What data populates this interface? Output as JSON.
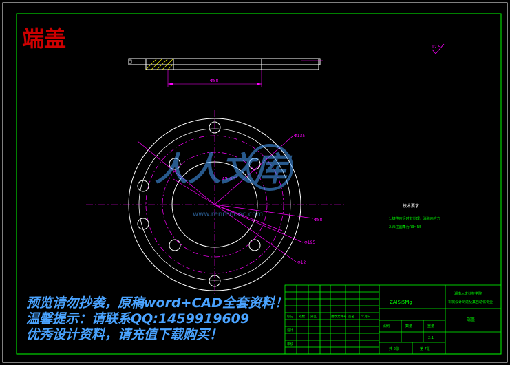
{
  "drawing": {
    "title_stamp": "端盖",
    "roughness_symbol": "12.5",
    "section_dimension": "Φ88",
    "top_dimension": "45.00°",
    "bolt_circle_labels": [
      "Φ135",
      "Φ88",
      "Φ195",
      "Φ12"
    ],
    "notes_title": "技术要求",
    "notes": [
      "1.铸件应经时效处理，消除内应力",
      "2.未注圆角为R3~R5"
    ]
  },
  "title_block": {
    "material": "ZAlSi5Mg",
    "company_line1": "湖南人文科技学院",
    "company_line2": "机械设计制造及其自动化专业",
    "part_name": "端盖",
    "scale_label": "比例",
    "qty_label": "数量",
    "weight_label": "重量",
    "sheet_total": "共 8张",
    "sheet_no": "第 7张",
    "scale_value": "2:1",
    "designer": "设计",
    "checker": "审核",
    "header_cells": [
      "标记",
      "处数",
      "分区",
      "更改文件号",
      "签名",
      "年月日"
    ]
  },
  "watermark": {
    "logo_text": "人人文库",
    "url": "www.renrendoc.com",
    "line1": "预览请勿抄袭，原稿word+CAD全套资料！",
    "line2": "温馨提示：请联系QQ:1459919609",
    "line3": "优秀设计资料，请充值下载购买！"
  },
  "colors": {
    "border": "#ffffff",
    "frame": "#00ff00",
    "geometry": "#ffffff",
    "dimension": "#ff00ff",
    "stamp": "#cc0000",
    "watermark": "#4aa3ff"
  }
}
